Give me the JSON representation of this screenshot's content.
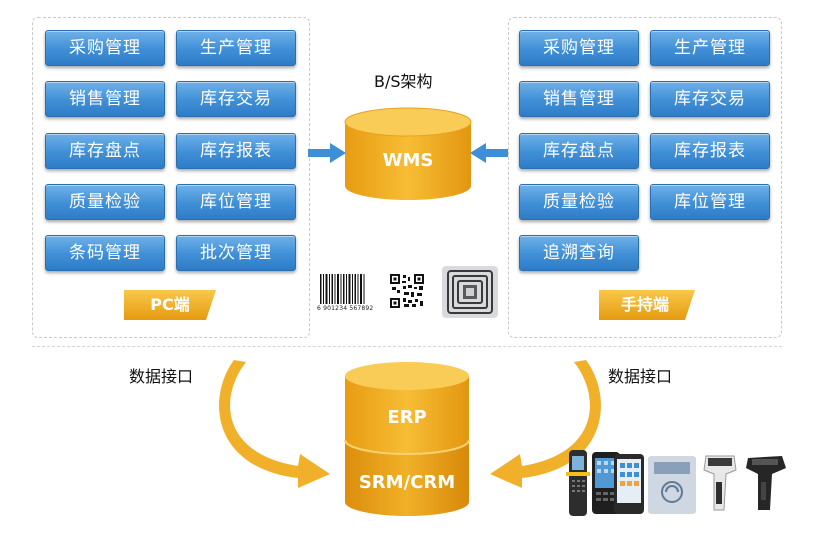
{
  "pc_panel": {
    "buttons": [
      "采购管理",
      "生产管理",
      "销售管理",
      "库存交易",
      "库存盘点",
      "库存报表",
      "质量检验",
      "库位管理",
      "条码管理",
      "批次管理"
    ],
    "tag": "PC端"
  },
  "handheld_panel": {
    "buttons": [
      "采购管理",
      "生产管理",
      "销售管理",
      "库存交易",
      "库存盘点",
      "库存报表",
      "质量检验",
      "库位管理",
      "追溯查询"
    ],
    "tag": "手持端"
  },
  "center": {
    "architecture_label": "B/S架构",
    "wms_label": "WMS",
    "barcode_number": "6 901234 567892"
  },
  "bottom": {
    "left_interface_label": "数据接口",
    "right_interface_label": "数据接口",
    "erp_label": "ERP",
    "srm_crm_label": "SRM/CRM"
  },
  "colors": {
    "button_blue": "#3f8fd6",
    "cylinder_gold": "#f2b01e",
    "arrow_blue": "#3d8fd6",
    "arrow_gold": "#f0b02a"
  }
}
